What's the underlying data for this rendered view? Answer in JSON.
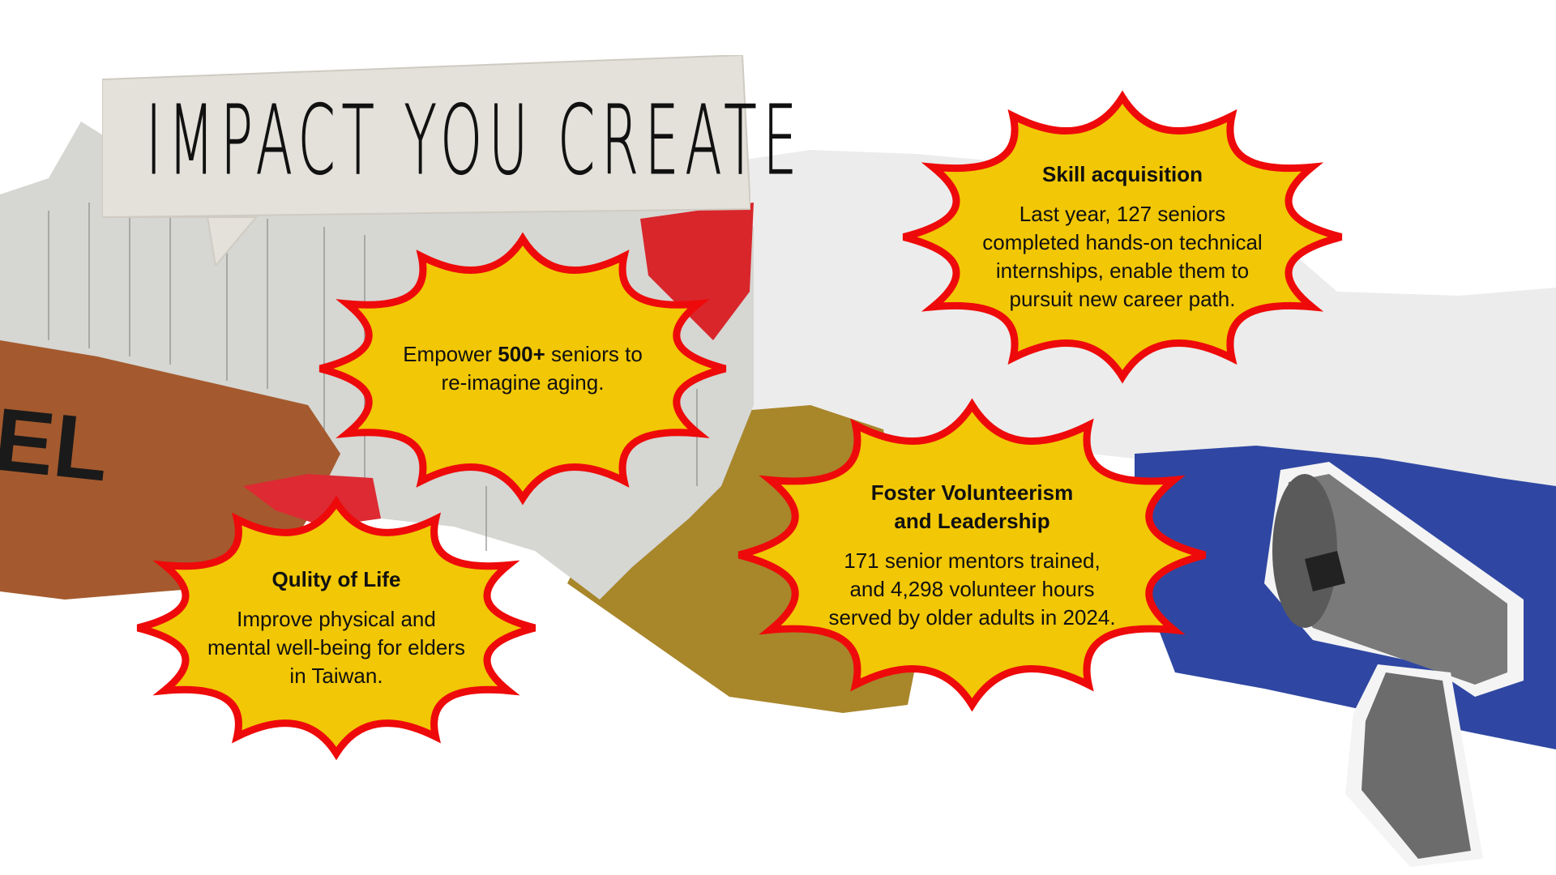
{
  "title": "IMPACT YOU CREATE",
  "colors": {
    "burst_fill": "#f2c705",
    "burst_stroke": "#ee0a0a",
    "blue": "#2f47a2",
    "wood": "#a45a2e",
    "fabric": "#a8862a"
  },
  "cards": [
    {
      "id": "empower",
      "heading": "",
      "text_before": "Empower ",
      "text_bold": "500+",
      "text_after": " seniors to\nre-imagine aging."
    },
    {
      "id": "skill",
      "heading": "Skill acquisition",
      "body": "Last year, 127 seniors\ncompleted hands-on technical\ninternships, enable them to\npursuit new career path."
    },
    {
      "id": "quality",
      "heading": "Qulity of Life",
      "body": "Improve physical and\nmental well-being for elders\nin Taiwan."
    },
    {
      "id": "foster",
      "heading": "Foster Volunteerism\nand Leadership",
      "body": "171 senior mentors trained,\nand 4,298 volunteer hours\nserved by older adults in 2024."
    }
  ],
  "decor_text": {
    "sign_fragment": "EL"
  }
}
